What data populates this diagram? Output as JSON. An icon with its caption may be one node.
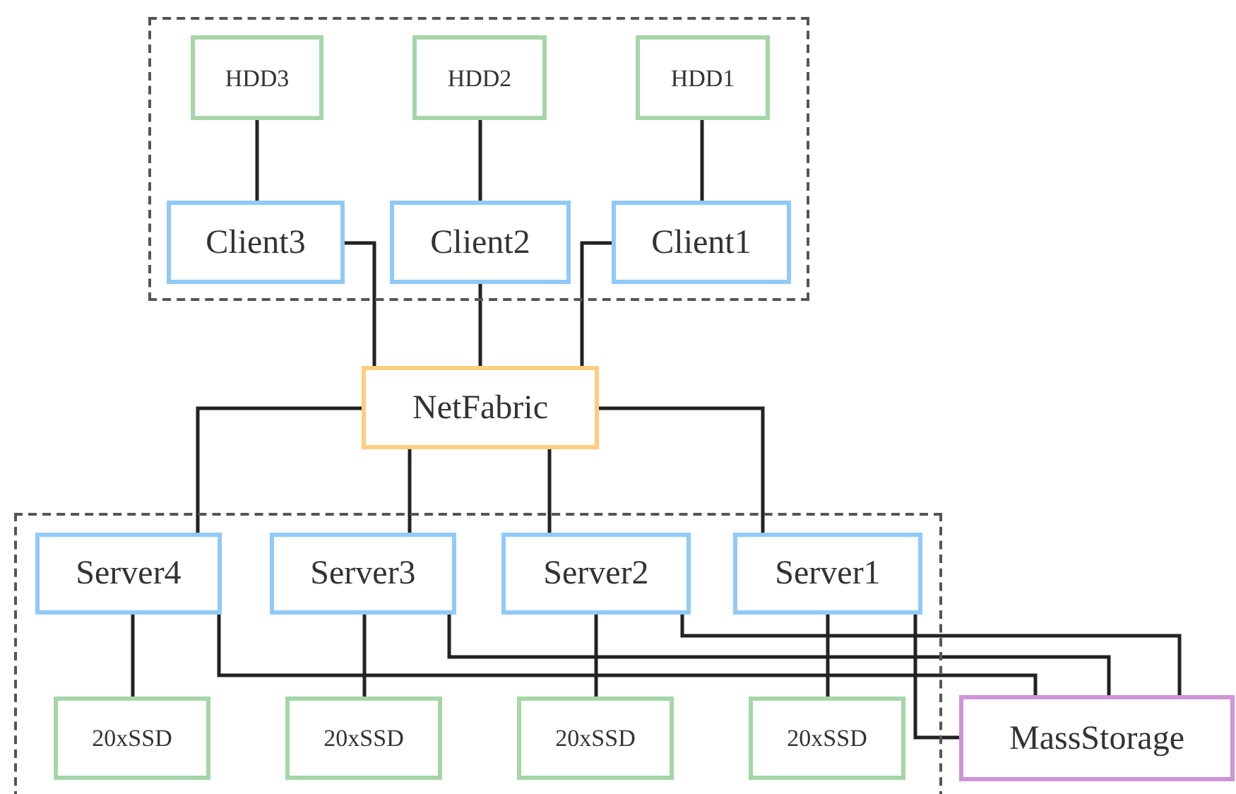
{
  "diagram": {
    "nodes": [
      {
        "text": [],
        "shape": "box"
      },
      {
        "text": [
          "HDD3"
        ],
        "in": 0
      },
      {
        "text": [
          "HDD2"
        ],
        "in": 0
      },
      {
        "text": [
          "HDD1"
        ],
        "in": 0
      },
      {
        "text": [
          "Client3"
        ],
        "in": 0
      },
      {
        "text": [
          "Client2"
        ],
        "in": 0
      },
      {
        "text": [
          "Client1"
        ],
        "in": 0
      },
      {
        "text": [
          "NetFabric"
        ]
      },
      {
        "text": [],
        "shape": "box"
      },
      {
        "text": [
          "Server4"
        ],
        "in": 8
      },
      {
        "text": [
          "Server3"
        ],
        "in": 8
      },
      {
        "text": [
          "Server2"
        ],
        "in": 8
      },
      {
        "text": [
          "Server1"
        ],
        "in": 8
      },
      {
        "text": [
          "20xSSD"
        ],
        "in": 8
      },
      {
        "text": [
          "20xSSD"
        ],
        "in": 8
      },
      {
        "text": [
          "20xSSD"
        ],
        "in": 8
      },
      {
        "text": [
          "20xSSD"
        ],
        "in": 8
      },
      {
        "text": [
          "MassStorage"
        ]
      }
    ],
    "edges": [
      {
        "from": 1,
        "to": 4,
        "arrow": "none"
      },
      {
        "from": 2,
        "to": 5,
        "arrow": "none"
      },
      {
        "from": 3,
        "to": 6,
        "arrow": "none"
      },
      {
        "from": 4,
        "to": 7,
        "arrow": "none"
      },
      {
        "from": 5,
        "to": 7,
        "arrow": "none"
      },
      {
        "from": 6,
        "to": 7,
        "arrow": "none"
      },
      {
        "from": 7,
        "to": 9,
        "arrow": "none"
      },
      {
        "from": 7,
        "to": 10,
        "arrow": "none"
      },
      {
        "from": 7,
        "to": 11,
        "arrow": "none"
      },
      {
        "from": 7,
        "to": 12,
        "arrow": "none"
      },
      {
        "from": 9,
        "to": 13,
        "arrow": "none"
      },
      {
        "from": 10,
        "to": 14,
        "arrow": "none"
      },
      {
        "from": 11,
        "to": 15,
        "arrow": "none"
      },
      {
        "from": 12,
        "to": 16,
        "arrow": "none"
      },
      {
        "from": 9,
        "to": 17,
        "arrow": "none"
      },
      {
        "from": 10,
        "to": 17,
        "arrow": "none"
      },
      {
        "from": 11,
        "to": 17,
        "arrow": "none"
      },
      {
        "from": 12,
        "to": 17,
        "arrow": "none"
      }
    ]
  }
}
